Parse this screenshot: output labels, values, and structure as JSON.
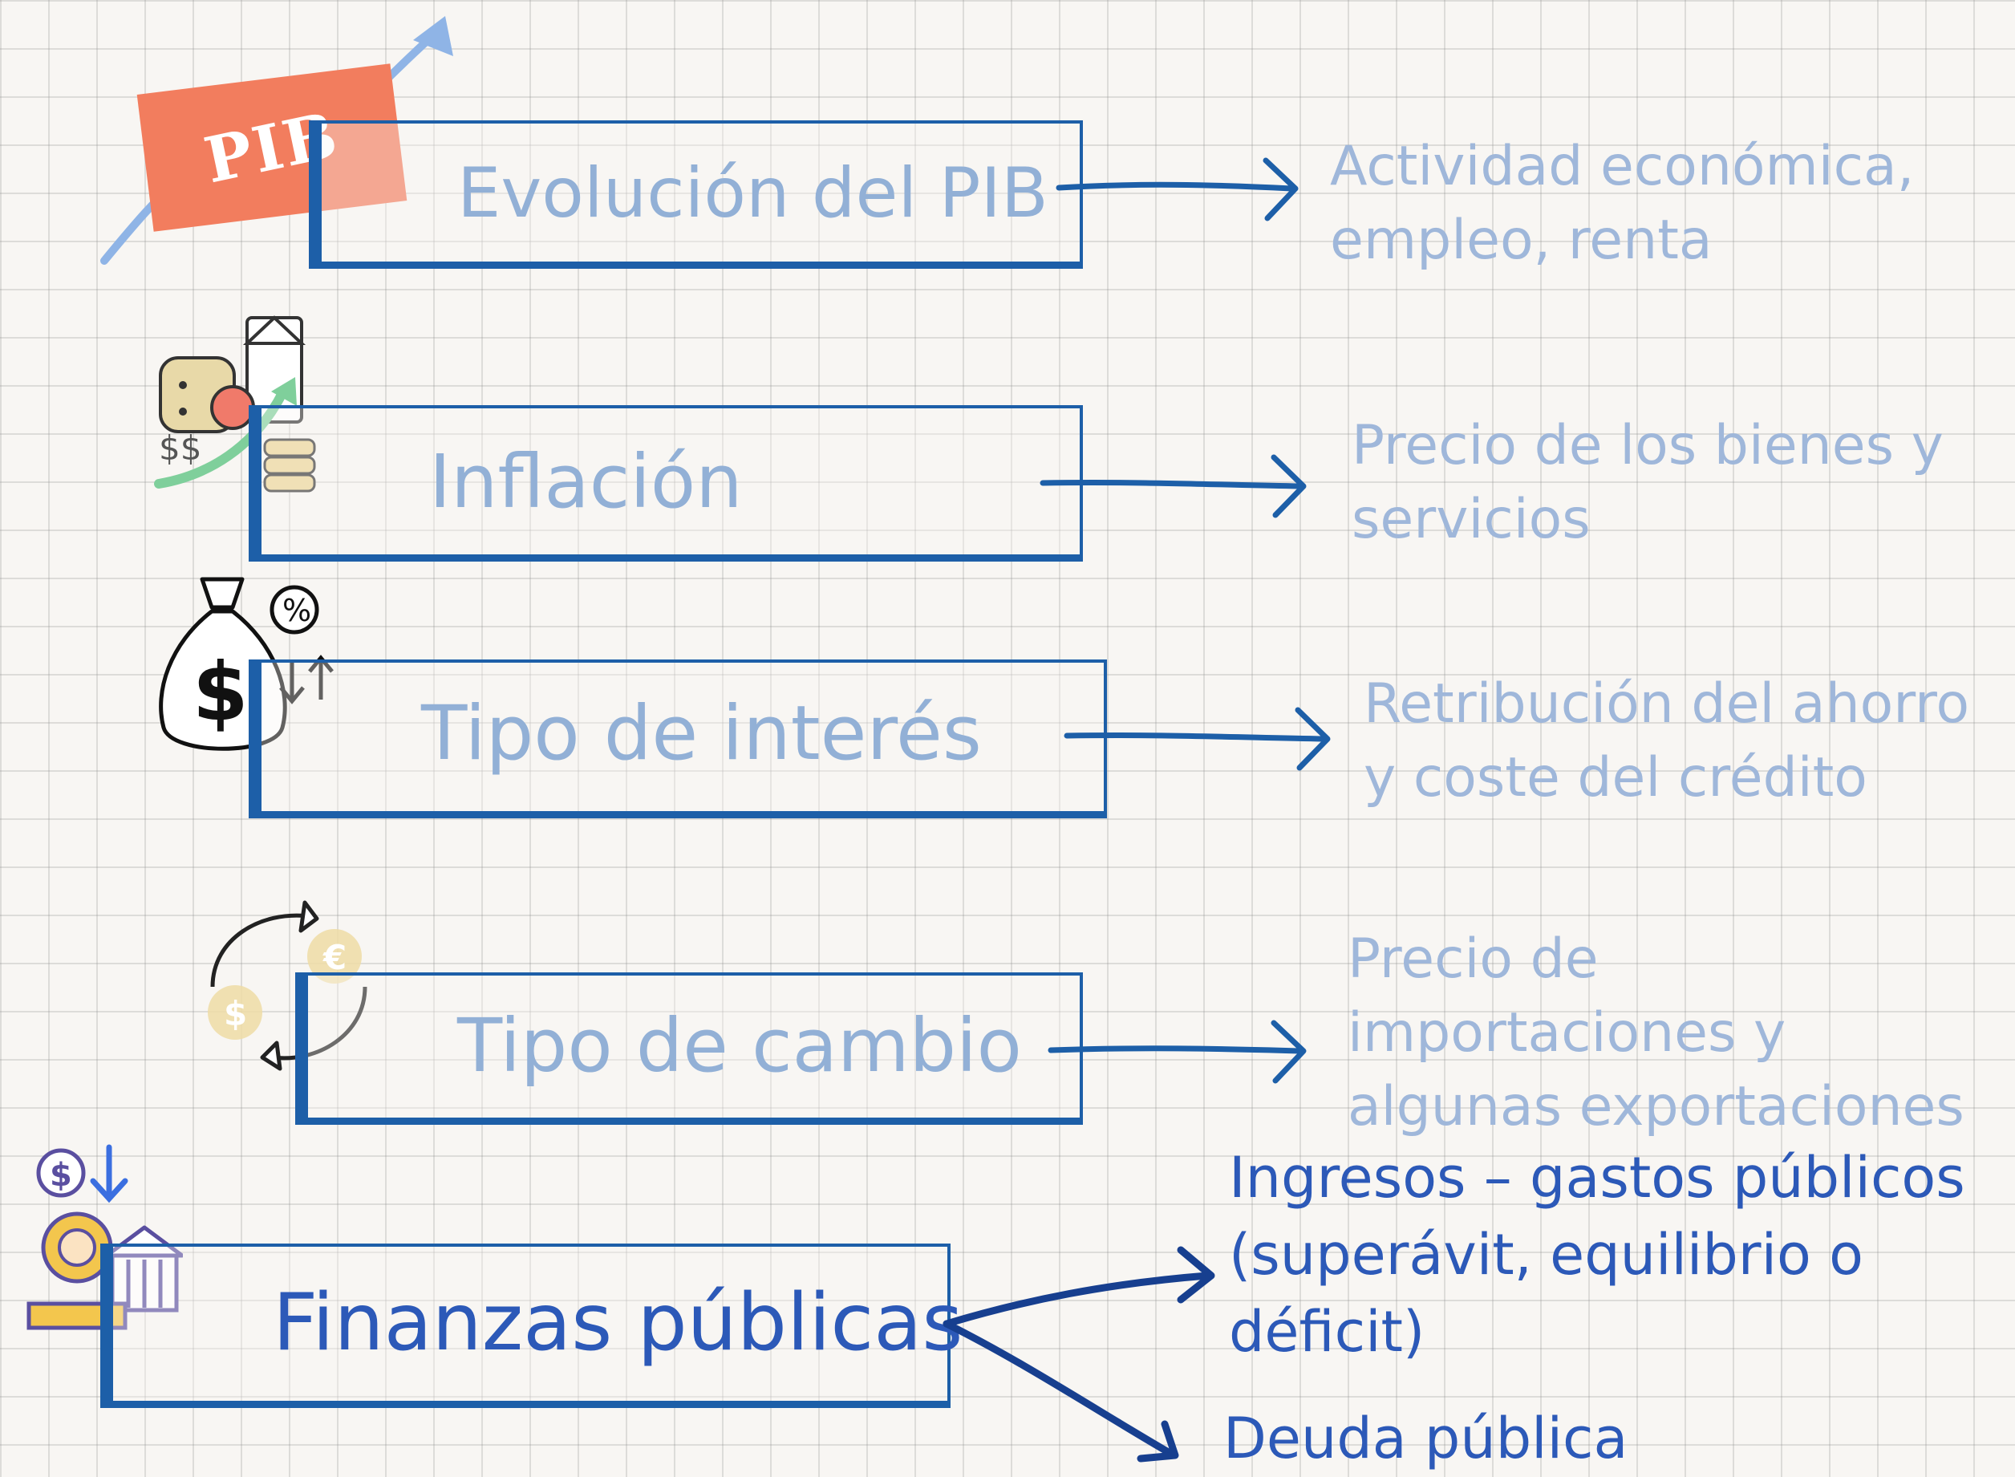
{
  "items": [
    {
      "title": "Evolución del PIB",
      "description": [
        "Actividad económica,",
        "empleo, renta"
      ]
    },
    {
      "title": "Inflación",
      "description": [
        "Precio de los bienes y",
        "servicios"
      ]
    },
    {
      "title": "Tipo de interés",
      "description": [
        "Retribución del ahorro",
        "y coste del crédito"
      ]
    },
    {
      "title": "Tipo de cambio",
      "description": [
        "Precio de",
        "importaciones y",
        "algunas exportaciones"
      ]
    },
    {
      "title": "Finanzas públicas",
      "description": [
        "Ingresos – gastos públicos",
        "(superávit, equilibrio o",
        "déficit)"
      ],
      "description2": "Deuda pública"
    }
  ],
  "pib_badge": "PIB",
  "colors": {
    "accent_dark": "#1d5fa8",
    "text_light": "#92b0d6",
    "text_dark": "#2c59b8",
    "badge": "#f27d5e"
  },
  "icons": [
    "pib-chart-icon",
    "groceries-price-icon",
    "money-bag-interest-icon",
    "currency-exchange-icon",
    "public-finance-icon"
  ]
}
